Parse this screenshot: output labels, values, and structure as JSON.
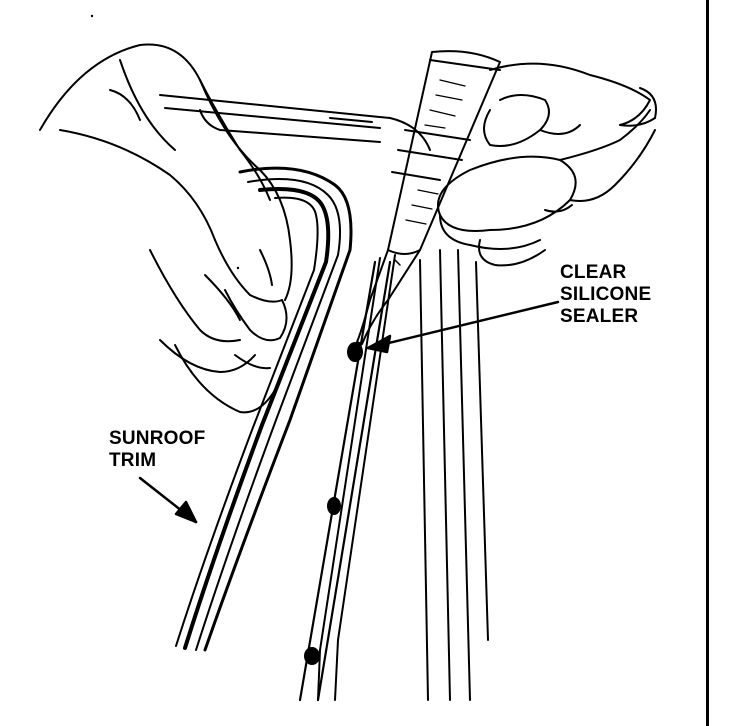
{
  "labels": {
    "sealer": [
      "CLEAR",
      "SILICONE",
      "SEALER"
    ],
    "trim": [
      "SUNROOF",
      "TRIM"
    ]
  },
  "colors": {
    "ink": "#000000",
    "paper": "#ffffff"
  }
}
